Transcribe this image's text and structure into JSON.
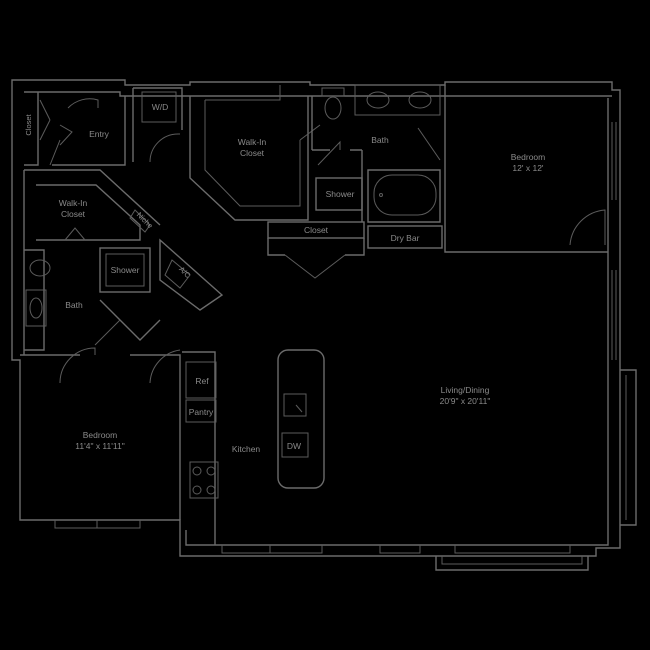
{
  "rooms": {
    "closet_left": "Closet",
    "entry": "Entry",
    "wd": "W/D",
    "walkin_top": [
      "Walk-In",
      "Closet"
    ],
    "bath_top": "Bath",
    "bedroom_right": [
      "Bedroom",
      "12' x 12'"
    ],
    "shower_top": "Shower",
    "closet_mid": "Closet",
    "dry_bar": "Dry Bar",
    "walkin_left": [
      "Walk-In",
      "Closet"
    ],
    "niche": "Niche",
    "shower_left": "Shower",
    "ac": "A/C",
    "bath_left": "Bath",
    "ref": "Ref",
    "pantry": "Pantry",
    "kitchen": "Kitchen",
    "dw": "DW",
    "living": [
      "Living/Dining",
      "20'9\" x 20'11\""
    ],
    "bedroom_left": [
      "Bedroom",
      "11'4\" x 11'11\""
    ]
  }
}
